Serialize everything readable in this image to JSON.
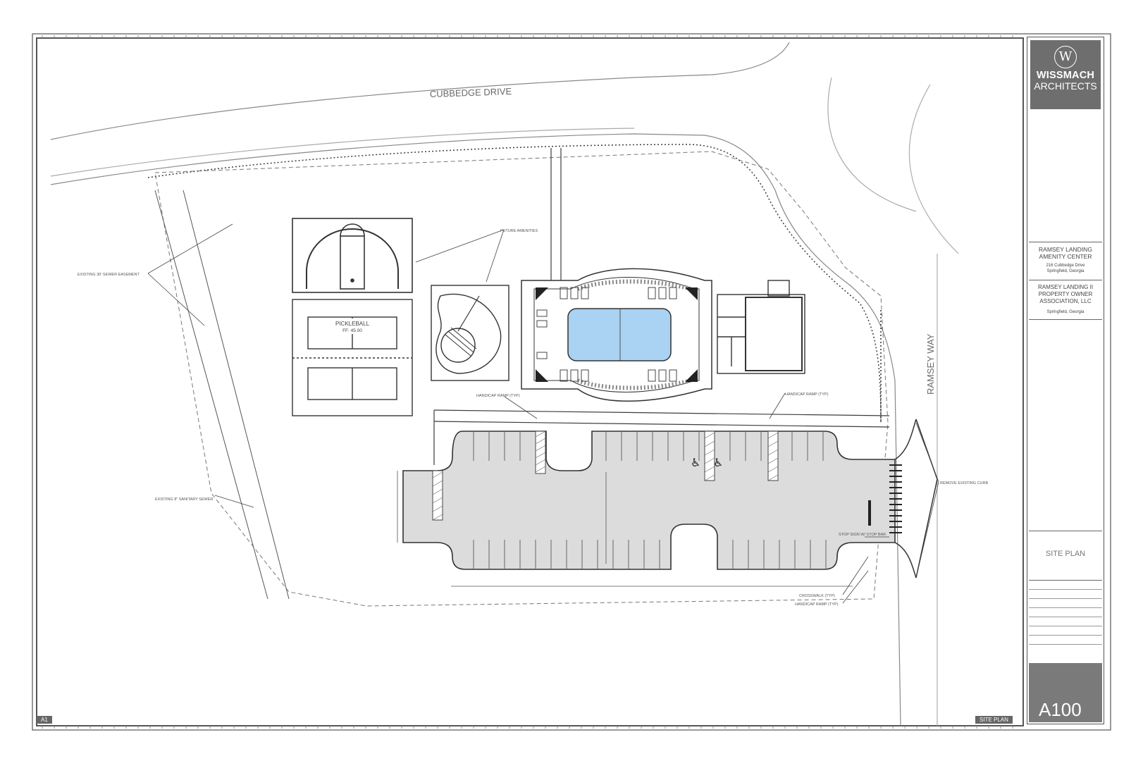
{
  "streets": {
    "cubbedge": "CUBBEDGE DRIVE",
    "ramsey": "RAMSEY WAY"
  },
  "callouts": {
    "sewer_easement": "EXISTING 30' SEWER EASEMENT",
    "sanitary_sewer": "EXISTING 8\" SANITARY SEWER",
    "future_amenities": "FUTURE AMENITIES",
    "handicap_ramp_left": "HANDICAP RAMP (TYP)",
    "handicap_ramp_right": "HANDICAP RAMP (TYP)",
    "stop_sign": "STOP SIGN W/ STOP BAR",
    "crosswalk": "CROSSWALK (TYP)",
    "handicap_ramp_bottom": "HANDICAP RAMP (TYP)",
    "remove_curb": "REMOVE EXISTING CURB"
  },
  "court": {
    "line1": "PICKLEBALL",
    "line2": "FF: 45.00"
  },
  "title_block": {
    "firm_name": "WISSMACH",
    "firm_sub": "ARCHITECTS",
    "logo_letter": "W",
    "project_name": "RAMSEY LANDING AMENITY CENTER",
    "project_address": "216 Cubbedge Drive",
    "project_city": "Springfield, Georgia",
    "owner_name": "RAMSEY LANDING II PROPERTY OWNER ASSOCIATION, LLC",
    "owner_city": "Springfield, Georgia",
    "sheet_title": "SITE PLAN",
    "sheet_number": "A100"
  },
  "corner_labels": {
    "left": "A1",
    "right": "SITE PLAN"
  },
  "colors": {
    "pool": "#a9d2f3",
    "paving": "#dcdcdc",
    "line": "#3c3c3c",
    "title_block_grey": "#6e6e6e"
  }
}
